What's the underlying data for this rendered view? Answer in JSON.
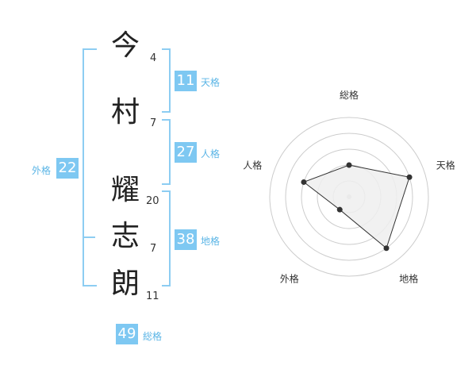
{
  "name": {
    "chars": [
      {
        "kanji": "今",
        "strokes": "4"
      },
      {
        "kanji": "村",
        "strokes": "7"
      },
      {
        "kanji": "耀",
        "strokes": "20"
      },
      {
        "kanji": "志",
        "strokes": "7"
      },
      {
        "kanji": "朗",
        "strokes": "11"
      }
    ]
  },
  "kaku": {
    "tenkaku": {
      "label": "天格",
      "value": "11"
    },
    "jinkaku": {
      "label": "人格",
      "value": "27"
    },
    "chikaku": {
      "label": "地格",
      "value": "38"
    },
    "gaikaku": {
      "label": "外格",
      "value": "22"
    },
    "soukaku": {
      "label": "総格",
      "value": "49"
    }
  },
  "chart_data": {
    "type": "radar",
    "axes": [
      "総格",
      "天格",
      "地格",
      "外格",
      "人格"
    ],
    "rings": 5,
    "range": [
      0,
      5
    ],
    "values": [
      2,
      4,
      4,
      1,
      3
    ],
    "colors": {
      "fill": "#efefef",
      "stroke": "#333333",
      "grid": "#cccccc",
      "point": "#333333"
    }
  }
}
